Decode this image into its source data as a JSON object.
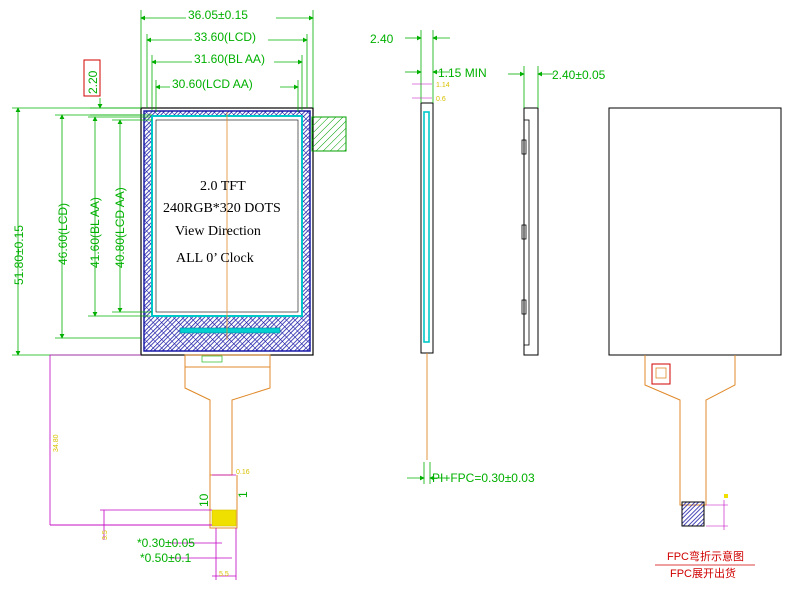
{
  "front_view": {
    "dims": {
      "width_module": "36.05±0.15",
      "width_lcd": "33.60(LCD)",
      "width_bl_aa": "31.60(BL AA)",
      "width_lcd_aa": "30.60(LCD AA)",
      "top_gap": "2.20",
      "height_module": "51.80±0.15",
      "height_lcd": "46.60(LCD)",
      "height_bl_aa": "41.60(BL AA)",
      "height_lcd_aa": "40.80(LCD AA)",
      "fpc_length": "34.80",
      "fpc_small": "3.5",
      "fpc_width": "0.16",
      "pitch": "*0.30±0.05",
      "pad_width": "*0.50±0.1",
      "pad_span": "5.5",
      "pin_first": "10",
      "pin_last": "1"
    },
    "panel": {
      "line1": "2.0 TFT",
      "line2": "240RGB*320 DOTS",
      "line3": "View Direction",
      "line4": "ALL 0’ Clock"
    }
  },
  "side_view": {
    "dims": {
      "thickness_total": "2.40",
      "min_gap": "1.15 MIN",
      "thickness_right": "2.40±0.05",
      "layer_a": "1.14",
      "layer_b": "0.6",
      "pi_fpc": "PI+FPC=0.30±0.03"
    }
  },
  "back_view": {
    "note_line1": "FPC弯折示意图",
    "note_line2": "FPC展开出货"
  },
  "colors": {
    "dimension": "#00b000",
    "outline": "#000000",
    "frame_blue": "#1a1aa8",
    "cyan": "#00d0d0",
    "fpc_orange": "#e08a2a",
    "magenta": "#c000c0",
    "yellow": "#f0e000",
    "red": "#d00000"
  }
}
